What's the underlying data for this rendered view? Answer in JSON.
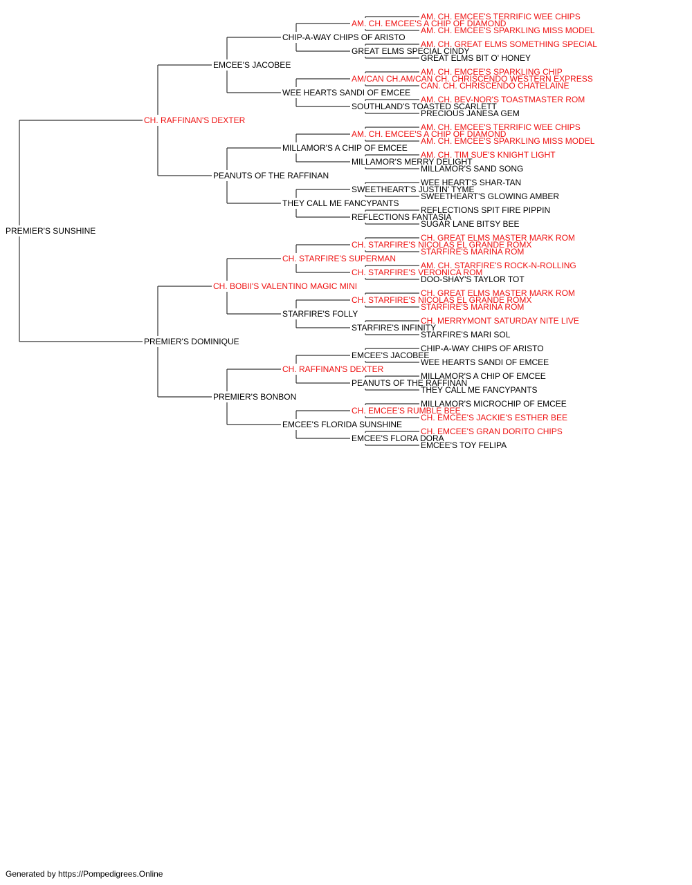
{
  "colors": {
    "champion": "#ee1111",
    "normal": "#000000",
    "line": "#333333"
  },
  "dogs": [
    {
      "name": "PREMIER'S SUNSHINE",
      "ch": false
    },
    {
      "name": "CH. RAFFINAN'S DEXTER",
      "ch": true
    },
    {
      "name": "PREMIER'S DOMINIQUE",
      "ch": false
    },
    {
      "name": "EMCEE'S JACOBEE",
      "ch": false
    },
    {
      "name": "PEANUTS OF THE RAFFINAN",
      "ch": false
    },
    {
      "name": "CH. BOBII'S VALENTINO MAGIC MINI",
      "ch": true
    },
    {
      "name": "PREMIER'S BONBON",
      "ch": false
    },
    {
      "name": "CHIP-A-WAY CHIPS OF ARISTO",
      "ch": false
    },
    {
      "name": "WEE HEARTS SANDI OF EMCEE",
      "ch": false
    },
    {
      "name": "MILLAMOR'S A CHIP OF EMCEE",
      "ch": false
    },
    {
      "name": "THEY CALL ME FANCYPANTS",
      "ch": false
    },
    {
      "name": "CH. STARFIRE'S SUPERMAN",
      "ch": true
    },
    {
      "name": "STARFIRE'S FOLLY",
      "ch": false
    },
    {
      "name": "CH. RAFFINAN'S DEXTER",
      "ch": true
    },
    {
      "name": "EMCEE'S FLORIDA SUNSHINE",
      "ch": false
    },
    {
      "name": "AM. CH. EMCEE'S A CHIP OF DIAMOND",
      "ch": true
    },
    {
      "name": "GREAT ELMS SPECIAL CINDY",
      "ch": false
    },
    {
      "name": "AM/CAN CH.AM/CAN CH. CHRISCENDO WESTERN EXPRESS",
      "ch": true
    },
    {
      "name": "SOUTHLAND'S TOASTED SCARLETT",
      "ch": false
    },
    {
      "name": "AM. CH. EMCEE'S A CHIP OF DIAMOND",
      "ch": true
    },
    {
      "name": "MILLAMOR'S MERRY DELIGHT",
      "ch": false
    },
    {
      "name": "SWEETHEART'S JUSTIN' TYME",
      "ch": false
    },
    {
      "name": "REFLECTIONS FANTASIA",
      "ch": false
    },
    {
      "name": "CH. STARFIRE'S NICOLAS EL GRANDE ROMX",
      "ch": true
    },
    {
      "name": "CH. STARFIRE'S VERONICA ROM",
      "ch": true
    },
    {
      "name": "CH. STARFIRE'S NICOLAS EL GRANDE ROMX",
      "ch": true
    },
    {
      "name": "STARFIRE'S INFINITY",
      "ch": false
    },
    {
      "name": "EMCEE'S JACOBEE",
      "ch": false
    },
    {
      "name": "PEANUTS OF THE RAFFINAN",
      "ch": false
    },
    {
      "name": "CH. EMCEE'S RUMBLE BEE",
      "ch": true
    },
    {
      "name": "EMCEE'S FLORA DORA",
      "ch": false
    },
    {
      "name": "AM. CH. EMCEE'S TERRIFIC WEE CHIPS",
      "ch": true
    },
    {
      "name": "AM. CH. EMCEE'S SPARKLING MISS MODEL",
      "ch": true
    },
    {
      "name": "AM. CH. GREAT ELMS SOMETHING SPECIAL",
      "ch": true
    },
    {
      "name": "GREAT ELMS BIT O' HONEY",
      "ch": false
    },
    {
      "name": "AM. CH. EMCEE'S SPARKLING CHIP",
      "ch": true
    },
    {
      "name": "CAN. CH. CHRISCENDO CHATELAINE",
      "ch": true
    },
    {
      "name": "AM. CH. BEV-NOR'S TOASTMASTER ROM",
      "ch": true
    },
    {
      "name": "PRECIOUS JANESA GEM",
      "ch": false
    },
    {
      "name": "AM. CH. EMCEE'S TERRIFIC WEE CHIPS",
      "ch": true
    },
    {
      "name": "AM. CH. EMCEE'S SPARKLING MISS MODEL",
      "ch": true
    },
    {
      "name": "AM. CH. TIM SUE'S KNIGHT LIGHT",
      "ch": true
    },
    {
      "name": "MILLAMOR'S SAND SONG",
      "ch": false
    },
    {
      "name": "WEE HEART'S SHAR-TAN",
      "ch": false
    },
    {
      "name": "SWEETHEART'S GLOWING AMBER",
      "ch": false
    },
    {
      "name": "REFLECTIONS SPIT FIRE PIPPIN",
      "ch": false
    },
    {
      "name": "SUGAR LANE BITSY BEE",
      "ch": false
    },
    {
      "name": "CH. GREAT ELMS MASTER MARK ROM",
      "ch": true
    },
    {
      "name": "STARFIRE'S MARINA ROM",
      "ch": true
    },
    {
      "name": "AM. CH. STARFIRE'S ROCK-N-ROLLING",
      "ch": true
    },
    {
      "name": "DOO-SHAY'S TAYLOR TOT",
      "ch": false
    },
    {
      "name": "CH. GREAT ELMS MASTER MARK ROM",
      "ch": true
    },
    {
      "name": "STARFIRE'S MARINA ROM",
      "ch": true
    },
    {
      "name": "CH. MERRYMONT SATURDAY NITE LIVE",
      "ch": true
    },
    {
      "name": "STARFIRE'S MARI SOL",
      "ch": false
    },
    {
      "name": "CHIP-A-WAY CHIPS OF ARISTO",
      "ch": false
    },
    {
      "name": "WEE HEARTS SANDI OF EMCEE",
      "ch": false
    },
    {
      "name": "MILLAMOR'S A CHIP OF EMCEE",
      "ch": false
    },
    {
      "name": "THEY CALL ME FANCYPANTS",
      "ch": false
    },
    {
      "name": "MILLAMOR'S MICROCHIP OF EMCEE",
      "ch": false
    },
    {
      "name": "CH. EMCEE'S JACKIE'S ESTHER BEE",
      "ch": true
    },
    {
      "name": "CH. EMCEE'S GRAN DORITO CHIPS",
      "ch": true
    },
    {
      "name": "EMCEE'S TOY FELIPA",
      "ch": false
    }
  ],
  "footer": "Generated by https://Pompedigrees.Online"
}
